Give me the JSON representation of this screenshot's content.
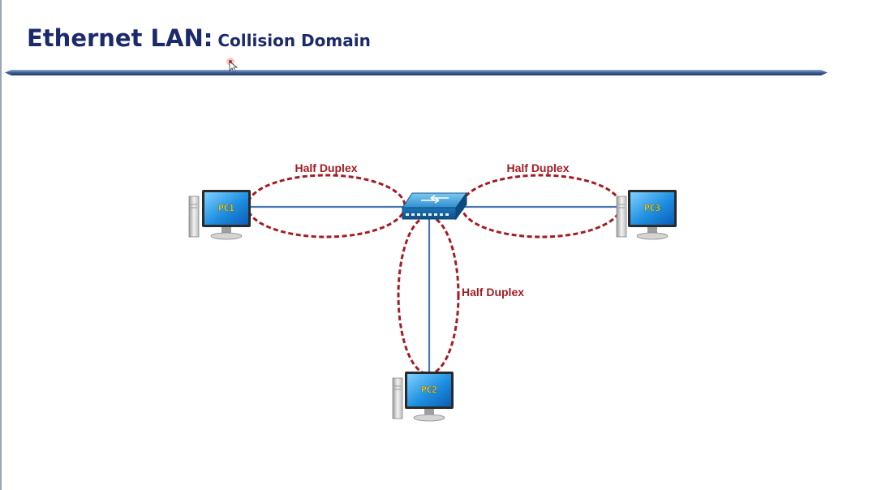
{
  "slide": {
    "title_main": "Ethernet LAN:",
    "title_sub": "Collision Domain"
  },
  "diagram": {
    "nodes": [
      {
        "id": "switch",
        "kind": "switch",
        "label": ""
      },
      {
        "id": "pc1",
        "kind": "pc",
        "label": "PC1"
      },
      {
        "id": "pc2",
        "kind": "pc",
        "label": "PC2"
      },
      {
        "id": "pc3",
        "kind": "pc",
        "label": "PC3"
      }
    ],
    "links": [
      {
        "from": "pc1",
        "to": "switch",
        "label": "Half Duplex"
      },
      {
        "from": "switch",
        "to": "pc3",
        "label": "Half Duplex"
      },
      {
        "from": "switch",
        "to": "pc2",
        "label": "Half Duplex"
      }
    ]
  },
  "colors": {
    "title": "#1c2a6b",
    "rule": "#4a6fa5",
    "link": "#4a78b0",
    "collision_domain": "#a41c25",
    "pc_label": "#f3e24a"
  },
  "icons": {
    "pc": "desktop-computer-icon",
    "switch": "network-switch-icon",
    "cursor": "mouse-pointer-icon"
  }
}
